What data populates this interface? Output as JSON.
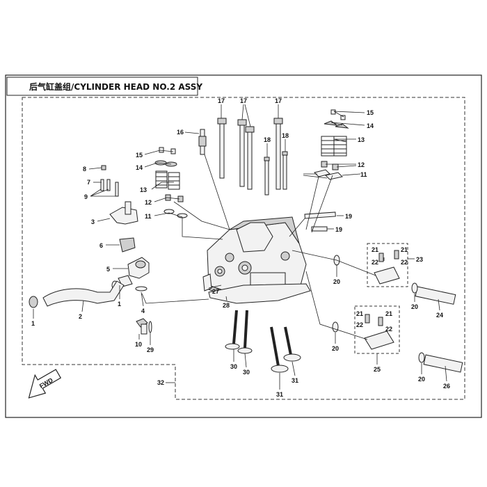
{
  "title": "后气缸盖组/CYLINDER HEAD NO.2 ASSY",
  "fwd_label": "FWD",
  "callouts": [
    {
      "id": "c1a",
      "text": "1"
    },
    {
      "id": "c1b",
      "text": "1"
    },
    {
      "id": "c2",
      "text": "2"
    },
    {
      "id": "c3",
      "text": "3"
    },
    {
      "id": "c4",
      "text": "4"
    },
    {
      "id": "c5",
      "text": "5"
    },
    {
      "id": "c6",
      "text": "6"
    },
    {
      "id": "c7",
      "text": "7"
    },
    {
      "id": "c8",
      "text": "8"
    },
    {
      "id": "c9",
      "text": "9"
    },
    {
      "id": "c10",
      "text": "10"
    },
    {
      "id": "c11a",
      "text": "11"
    },
    {
      "id": "c11b",
      "text": "11"
    },
    {
      "id": "c12a",
      "text": "12"
    },
    {
      "id": "c12b",
      "text": "12"
    },
    {
      "id": "c13a",
      "text": "13"
    },
    {
      "id": "c13b",
      "text": "13"
    },
    {
      "id": "c14a",
      "text": "14"
    },
    {
      "id": "c14b",
      "text": "14"
    },
    {
      "id": "c15a",
      "text": "15"
    },
    {
      "id": "c15b",
      "text": "15"
    },
    {
      "id": "c16",
      "text": "16"
    },
    {
      "id": "c17a",
      "text": "17"
    },
    {
      "id": "c17b",
      "text": "17"
    },
    {
      "id": "c17c",
      "text": "17"
    },
    {
      "id": "c18a",
      "text": "18"
    },
    {
      "id": "c18b",
      "text": "18"
    },
    {
      "id": "c19a",
      "text": "19"
    },
    {
      "id": "c19b",
      "text": "19"
    },
    {
      "id": "c20a",
      "text": "20"
    },
    {
      "id": "c20b",
      "text": "20"
    },
    {
      "id": "c20c",
      "text": "20"
    },
    {
      "id": "c20d",
      "text": "20"
    },
    {
      "id": "c21a",
      "text": "21"
    },
    {
      "id": "c21b",
      "text": "21"
    },
    {
      "id": "c21c",
      "text": "21"
    },
    {
      "id": "c21d",
      "text": "21"
    },
    {
      "id": "c22a",
      "text": "22"
    },
    {
      "id": "c22b",
      "text": "22"
    },
    {
      "id": "c22c",
      "text": "22"
    },
    {
      "id": "c22d",
      "text": "22"
    },
    {
      "id": "c23",
      "text": "23"
    },
    {
      "id": "c24",
      "text": "24"
    },
    {
      "id": "c25",
      "text": "25"
    },
    {
      "id": "c26",
      "text": "26"
    },
    {
      "id": "c27",
      "text": "27"
    },
    {
      "id": "c28",
      "text": "28"
    },
    {
      "id": "c29",
      "text": "29"
    },
    {
      "id": "c30a",
      "text": "30"
    },
    {
      "id": "c30b",
      "text": "30"
    },
    {
      "id": "c31a",
      "text": "31"
    },
    {
      "id": "c31b",
      "text": "31"
    },
    {
      "id": "c32",
      "text": "32"
    }
  ]
}
